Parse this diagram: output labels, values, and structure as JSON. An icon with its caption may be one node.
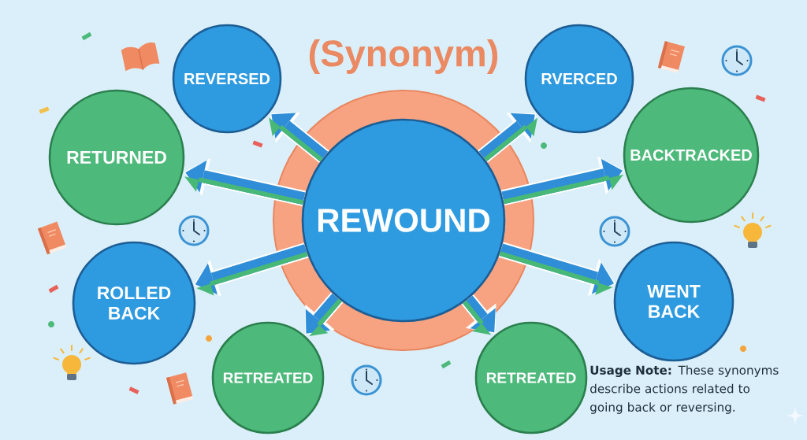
{
  "diagram": {
    "title": "(Synonym)",
    "nodes": [
      {
        "text": [
          "REVERSED"
        ]
      },
      {
        "text": [
          "RVERCED"
        ]
      },
      {
        "text": [
          "RETURNED"
        ]
      },
      {
        "text": [
          "BACKTRACKED"
        ]
      },
      {
        "text": [
          "REWOUND"
        ]
      },
      {
        "text": [
          "ROLLED BACK"
        ]
      },
      {
        "text": [
          "WENT BACK"
        ]
      },
      {
        "text": [
          "RETREATED"
        ]
      },
      {
        "text": [
          "RETREATED"
        ]
      }
    ],
    "edges": [
      {
        "from": 4,
        "to": 0,
        "arrow": "to"
      },
      {
        "from": 4,
        "to": 1,
        "arrow": "to"
      },
      {
        "from": 4,
        "to": 2,
        "arrow": "to"
      },
      {
        "from": 4,
        "to": 3,
        "arrow": "to"
      },
      {
        "from": 4,
        "to": 5,
        "arrow": "to"
      },
      {
        "from": 4,
        "to": 6,
        "arrow": "to"
      },
      {
        "from": 4,
        "to": 7,
        "arrow": "to"
      },
      {
        "from": 4,
        "to": 8,
        "arrow": "to"
      }
    ],
    "labels": [
      "**Usage Note:** These synonyms describe actions related to going back or reversing."
    ]
  }
}
